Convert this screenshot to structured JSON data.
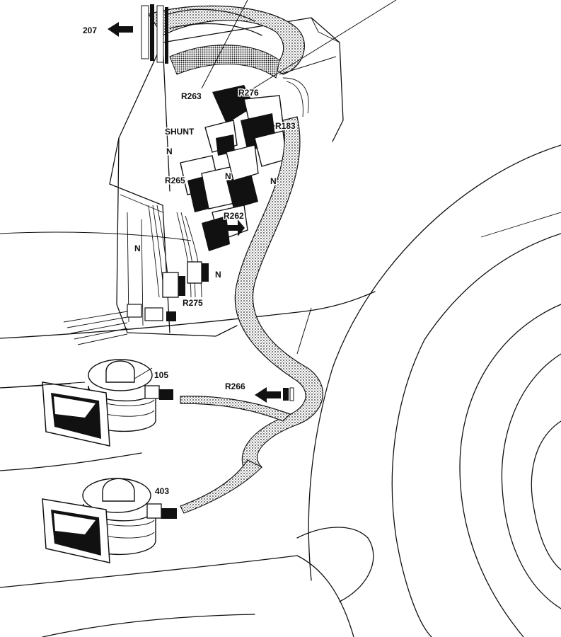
{
  "labels": {
    "ref_207": "207",
    "r263": "R263",
    "r276": "R276",
    "r183": "R183",
    "shunt": "SHUNT",
    "n1": "N",
    "n2": "N",
    "n3": "N",
    "n4": "N",
    "n5": "N",
    "r265": "R265",
    "r262": "R262",
    "r275": "R275",
    "ref_105": "105",
    "r266": "R266",
    "ref_403": "403"
  }
}
